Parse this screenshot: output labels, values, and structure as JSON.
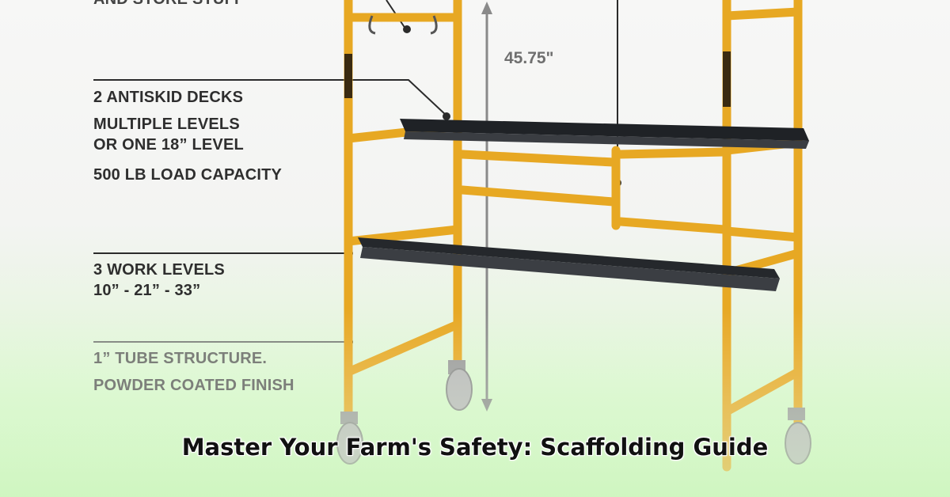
{
  "caption": "Master Your Farm's Safety: Scaffolding Guide",
  "dimension_label": "45.75\"",
  "labels": {
    "top_cut": "AND STORE STUFF",
    "decks": "2 ANTISKID DECKS",
    "levels_1": "MULTIPLE LEVELS",
    "levels_2": "OR ONE 18” LEVEL",
    "capacity": "500 LB LOAD CAPACITY",
    "work_levels": "3 WORK LEVELS",
    "work_heights": "10” - 21” - 33”",
    "tube": "1” TUBE STRUCTURE.",
    "finish": "POWDER COATED FINISH"
  },
  "colors": {
    "frame": "#e7a823",
    "frame_dark": "#b97d10",
    "deck": "#2c2f33",
    "accent_green": "#c7f5b6"
  }
}
